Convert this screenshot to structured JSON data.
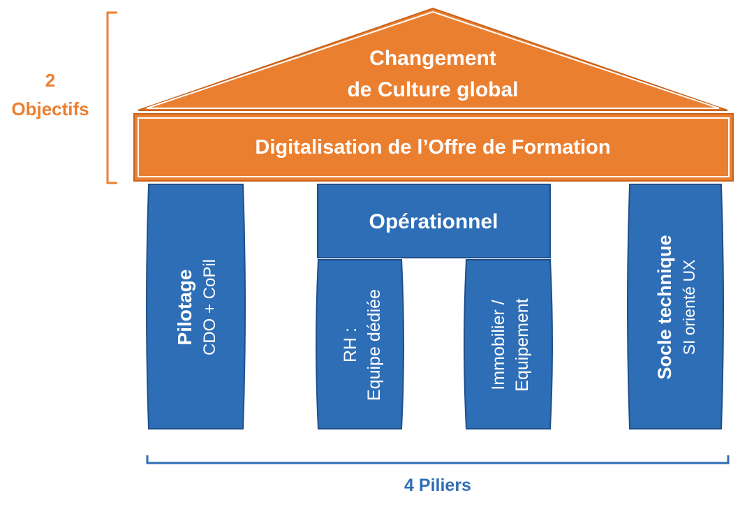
{
  "roof": {
    "title_line1": "Changement",
    "title_line2": "de Culture global"
  },
  "beam": {
    "label": "Digitalisation de l’Offre de Formation"
  },
  "objectives": {
    "line1": "2",
    "line2": "Objectifs"
  },
  "pillars": {
    "pilotage": {
      "title": "Pilotage",
      "subtitle": "CDO + CoPil"
    },
    "operationnel": {
      "title": "Opérationnel",
      "rh": {
        "line1": "RH :",
        "line2": "Equipe dédiée"
      },
      "immobilier": {
        "line1": "Immobilier /",
        "line2": "Equipement"
      }
    },
    "socle": {
      "title": "Socle technique",
      "subtitle": "SI orienté UX"
    }
  },
  "footer": {
    "label": "4 Piliers"
  },
  "colors": {
    "orange": "#EB7F30",
    "orange_dark": "#C8621B",
    "blue": "#2E6EB6",
    "blue_dark": "#1F4F8A",
    "white": "#FFFFFF"
  }
}
